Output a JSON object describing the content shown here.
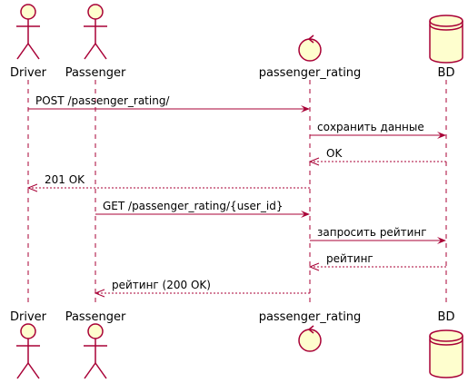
{
  "diagram": {
    "participants": [
      {
        "id": "driver",
        "label": "Driver",
        "kind": "actor"
      },
      {
        "id": "passenger",
        "label": "Passenger",
        "kind": "actor"
      },
      {
        "id": "passenger_rating",
        "label": "passenger_rating",
        "kind": "control"
      },
      {
        "id": "bd",
        "label": "BD",
        "kind": "database"
      }
    ],
    "messages": [
      {
        "from": "driver",
        "to": "passenger_rating",
        "label": "POST /passenger_rating/",
        "kind": "sync"
      },
      {
        "from": "passenger_rating",
        "to": "bd",
        "label": "сохранить данные",
        "kind": "sync"
      },
      {
        "from": "bd",
        "to": "passenger_rating",
        "label": "OK",
        "kind": "return"
      },
      {
        "from": "passenger_rating",
        "to": "driver",
        "label": "201 OK",
        "kind": "return"
      },
      {
        "from": "passenger",
        "to": "passenger_rating",
        "label": "GET /passenger_rating/{user_id}",
        "kind": "sync"
      },
      {
        "from": "passenger_rating",
        "to": "bd",
        "label": "запросить рейтинг",
        "kind": "sync"
      },
      {
        "from": "bd",
        "to": "passenger_rating",
        "label": "рейтинг",
        "kind": "return"
      },
      {
        "from": "passenger_rating",
        "to": "passenger",
        "label": "рейтинг (200 OK)",
        "kind": "return"
      }
    ],
    "colors": {
      "stroke": "#a80036",
      "fill": "#fefece",
      "text": "#000000",
      "background": "#ffffff"
    }
  }
}
